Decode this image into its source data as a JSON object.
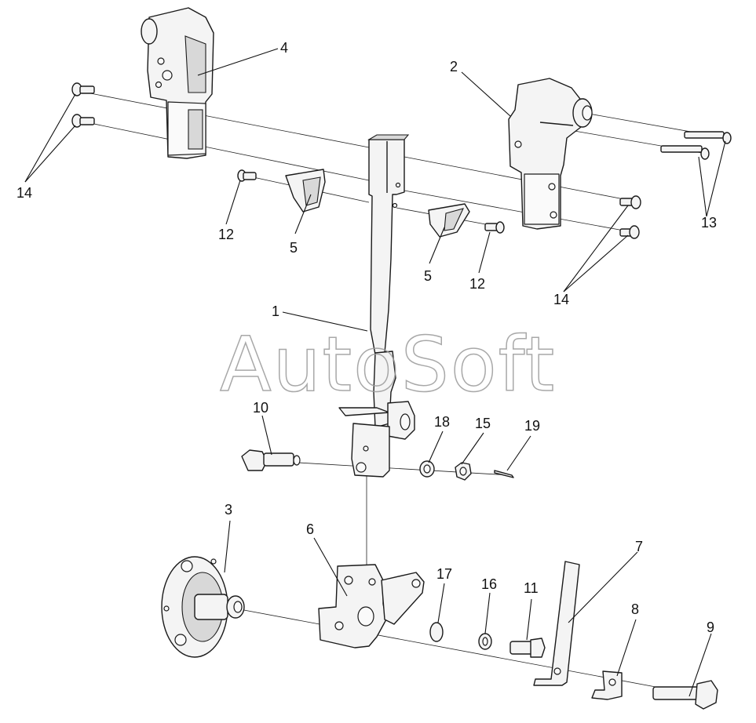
{
  "watermark": "AutoSoft",
  "callouts": [
    {
      "id": "c1",
      "label": "1"
    },
    {
      "id": "c2",
      "label": "2"
    },
    {
      "id": "c3",
      "label": "3"
    },
    {
      "id": "c4",
      "label": "4"
    },
    {
      "id": "c5a",
      "label": "5"
    },
    {
      "id": "c5b",
      "label": "5"
    },
    {
      "id": "c6",
      "label": "6"
    },
    {
      "id": "c7",
      "label": "7"
    },
    {
      "id": "c8",
      "label": "8"
    },
    {
      "id": "c9",
      "label": "9"
    },
    {
      "id": "c10",
      "label": "10"
    },
    {
      "id": "c11",
      "label": "11"
    },
    {
      "id": "c12a",
      "label": "12"
    },
    {
      "id": "c12b",
      "label": "12"
    },
    {
      "id": "c13",
      "label": "13"
    },
    {
      "id": "c14a",
      "label": "14"
    },
    {
      "id": "c14b",
      "label": "14"
    },
    {
      "id": "c15",
      "label": "15"
    },
    {
      "id": "c16",
      "label": "16"
    },
    {
      "id": "c17",
      "label": "17"
    },
    {
      "id": "c18",
      "label": "18"
    },
    {
      "id": "c19",
      "label": "19"
    }
  ]
}
